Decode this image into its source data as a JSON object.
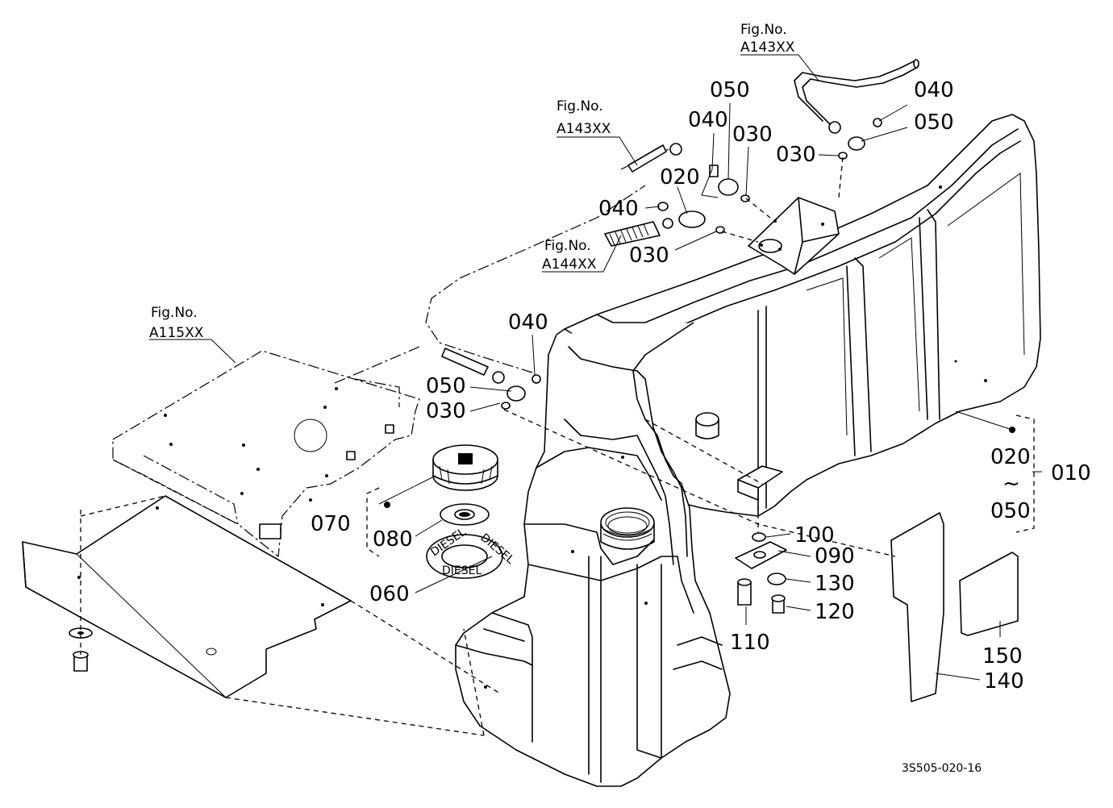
{
  "figure_refs": [
    {
      "id": "fig-a143-top",
      "line1": "Fig.No.",
      "line2": "A143XX"
    },
    {
      "id": "fig-a143-mid",
      "line1": "Fig.No.",
      "line2": "A143XX"
    },
    {
      "id": "fig-a144",
      "line1": "Fig.No.",
      "line2": "A144XX"
    },
    {
      "id": "fig-a115",
      "line1": "Fig.No.",
      "line2": "A115XX"
    }
  ],
  "part_labels": {
    "p050_top_right": "050",
    "p040_top_right": "040",
    "p030_top_right": "030",
    "p050_upper": "050",
    "p040_upper": "040",
    "p030_upper": "030",
    "p020_upper": "020",
    "p040_mid": "040",
    "p030_mid": "030",
    "p040_left": "040",
    "p050_left": "050",
    "p030_left": "030",
    "p070": "070",
    "p080": "080",
    "p060": "060",
    "p020_range": "020",
    "range_tilde": "~",
    "p050_range": "050",
    "p010": "010",
    "p100": "100",
    "p090": "090",
    "p130": "130",
    "p120": "120",
    "p110": "110",
    "p150": "150",
    "p140": "140"
  },
  "cap_text": {
    "cap_ring_top": "DIESEL",
    "cap_ring_bottom": "DIESEL"
  },
  "drawing_code": "3S505-020-16"
}
